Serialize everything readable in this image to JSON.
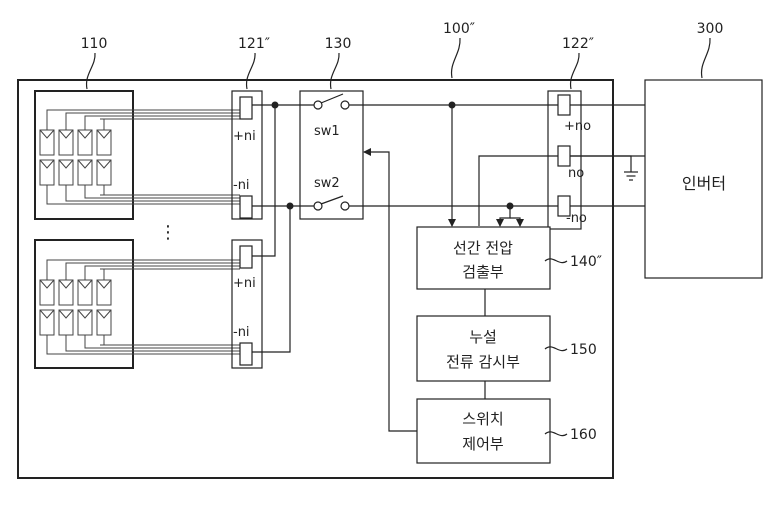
{
  "refs": {
    "panel_group": "110",
    "input_terminal": "121″",
    "switch_unit": "130",
    "system": "100″",
    "output_terminal": "122″",
    "inverter": "300",
    "voltage_detector": "140″",
    "leakage_monitor": "150",
    "switch_controller": "160"
  },
  "terminals": {
    "pos_in": "+ni",
    "neg_in": "-ni",
    "pos_out": "+no",
    "ground_out": "no",
    "neg_out": "-no"
  },
  "switches": {
    "sw1": "sw1",
    "sw2": "sw2"
  },
  "blocks": {
    "inverter": "인버터",
    "voltage_detector_line1": "선간 전압",
    "voltage_detector_line2": "검출부",
    "leakage_monitor_line1": "누설",
    "leakage_monitor_line2": "전류 감시부",
    "switch_controller_line1": "스위치",
    "switch_controller_line2": "제어부"
  },
  "ellipsis": "⋮"
}
